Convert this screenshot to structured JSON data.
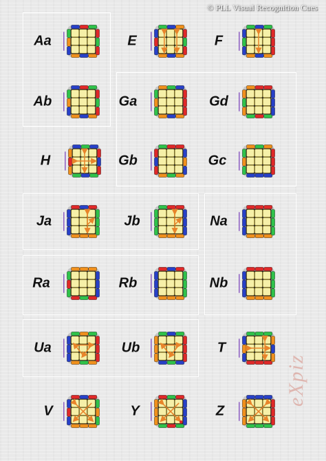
{
  "copyright": "© PLL Visual Recognition Cues",
  "watermark": "eXpiz",
  "colors": {
    "yellow": "#f6f0a8",
    "yellow_border": "#c9b13a",
    "green": "#2fc24a",
    "blue": "#2740c8",
    "red": "#e02828",
    "orange": "#f0901c",
    "arrow": "#e8842a",
    "purple": "#8e5fc2",
    "magenta": "#d4207a",
    "cyan": "#48e0ff",
    "grey": "#888888"
  },
  "cases": [
    {
      "id": "Aa"
    },
    {
      "id": "E"
    },
    {
      "id": "F"
    },
    {
      "id": "Ab"
    },
    {
      "id": "Ga"
    },
    {
      "id": "Gd"
    },
    {
      "id": "H"
    },
    {
      "id": "Gb"
    },
    {
      "id": "Gc"
    },
    {
      "id": "Ja"
    },
    {
      "id": "Jb"
    },
    {
      "id": "Na"
    },
    {
      "id": "Ra"
    },
    {
      "id": "Rb"
    },
    {
      "id": "Nb"
    },
    {
      "id": "Ua"
    },
    {
      "id": "Ub"
    },
    {
      "id": "T"
    },
    {
      "id": "V"
    },
    {
      "id": "Y"
    },
    {
      "id": "Z"
    }
  ]
}
